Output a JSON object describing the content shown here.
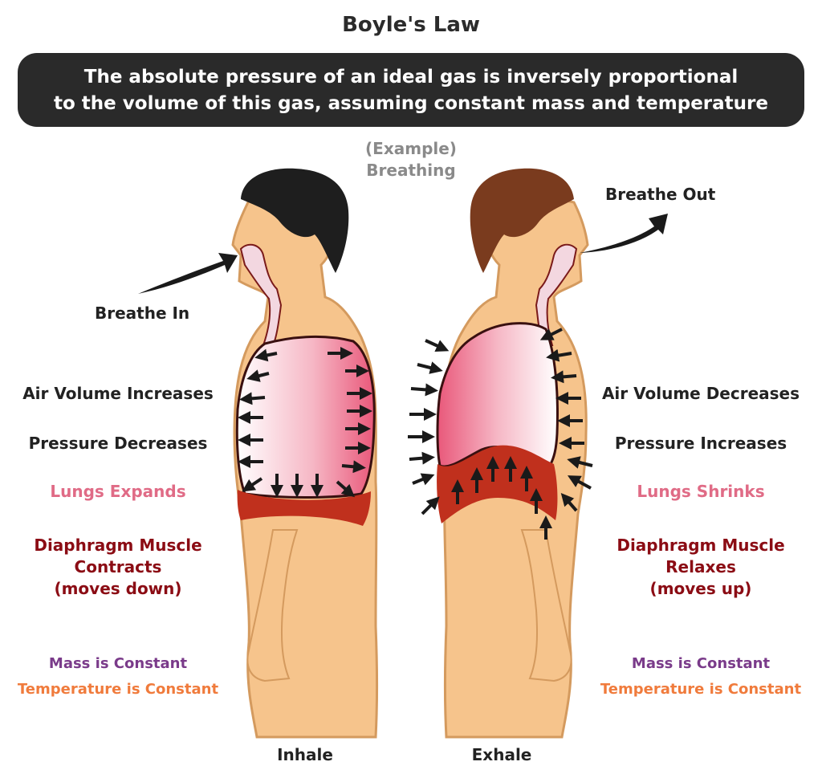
{
  "title": "Boyle's Law",
  "banner": {
    "line1": "The absolute pressure of an ideal gas is inversely proportional",
    "line2": "to the volume of this gas, assuming constant mass and temperature"
  },
  "example": {
    "line1": "(Example)",
    "line2": "Breathing"
  },
  "inhale": {
    "breathe": "Breathe In",
    "volume": "Air Volume Increases",
    "pressure": "Pressure Decreases",
    "lungs": "Lungs Expands",
    "diaphragm1": "Diaphragm Muscle",
    "diaphragm2": "Contracts",
    "diaphragm3": "(moves down)",
    "mass": "Mass is Constant",
    "temperature": "Temperature is Constant",
    "caption": "Inhale"
  },
  "exhale": {
    "breathe": "Breathe Out",
    "volume": "Air Volume Decreases",
    "pressure": "Pressure Increases",
    "lungs": "Lungs Shrinks",
    "diaphragm1": "Diaphragm Muscle",
    "diaphragm2": "Relaxes",
    "diaphragm3": "(moves up)",
    "mass": "Mass is Constant",
    "temperature": "Temperature is Constant",
    "caption": "Exhale"
  },
  "colors": {
    "skin": "#f6c48c",
    "skin_outline": "#d49a5e",
    "hair_inhale": "#1e1e1e",
    "hair_exhale": "#7a3b1e",
    "lung": "#ef7a93",
    "diaphragm": "#c0301d",
    "banner": "#2a2a2a"
  }
}
